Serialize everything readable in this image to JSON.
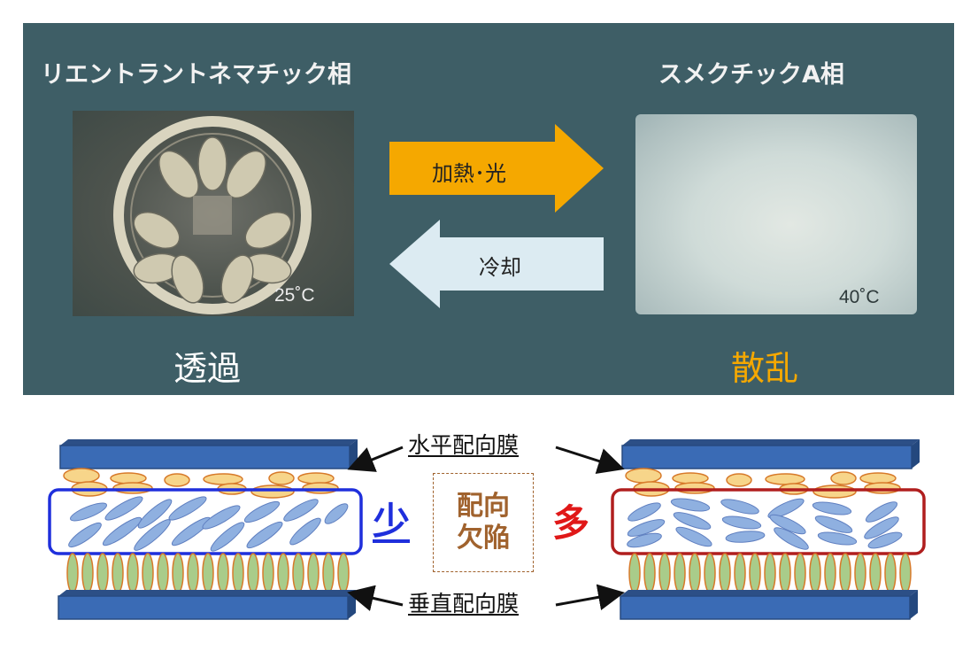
{
  "top_panel": {
    "left_phase": "リエントラントネマチック相",
    "right_phase": "スメクチックA相",
    "left_temp": "25˚C",
    "right_temp": "40˚C",
    "left_result": "透過",
    "right_result": "散乱",
    "heat_arrow_label": "加熱･光",
    "cool_arrow_label": "冷却",
    "colors": {
      "panel_bg": "#3e5e66",
      "heat_arrow": "#f5a800",
      "cool_arrow": "#dcebf2",
      "scatter_text": "#f5a800"
    }
  },
  "bottom_diagram": {
    "top_film_label": "水平配向膜",
    "bottom_film_label": "垂直配向膜",
    "few_label": "少",
    "many_label": "多",
    "defect_label_line1": "配向",
    "defect_label_line2": "欠陥",
    "colors": {
      "substrate": "#3a6bb5",
      "horizontal_molecule": "#f7d58a",
      "vertical_molecule": "#a9cc8a",
      "lc_molecule": "#8fb0e0",
      "few_box": "#1f2fdc",
      "many_box": "#b01e1e",
      "defect_box": "#a0622d"
    }
  }
}
